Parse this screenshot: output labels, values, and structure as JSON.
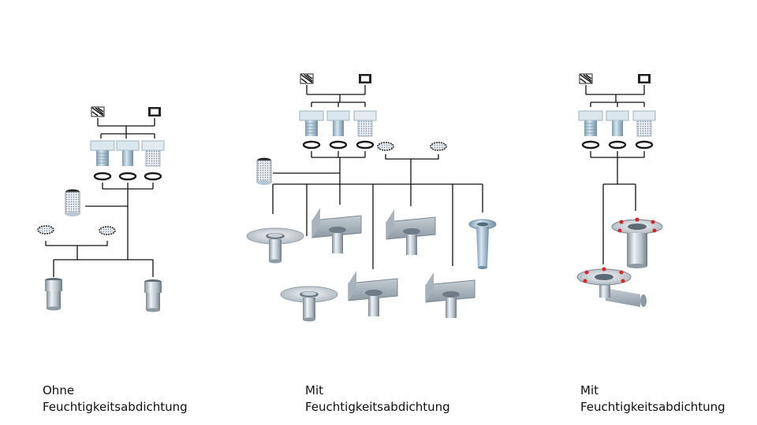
{
  "captions": [
    {
      "line1": "Ohne",
      "line2": "Feuchtigkeitsabdichtung"
    },
    {
      "line1": "Mit",
      "line2": "Feuchtigkeitsabdichtung"
    },
    {
      "line1": "Mit",
      "line2": "Feuchtigkeitsabdichtung"
    }
  ],
  "colors": {
    "background": "#ffffff",
    "line": "#111111",
    "metal_light": "#dfe5ea",
    "metal_dark": "#8d99a3",
    "body_blue": "#a9c6d6",
    "gasket": "#1a1a1a",
    "bolt_red": "#d8232a"
  }
}
